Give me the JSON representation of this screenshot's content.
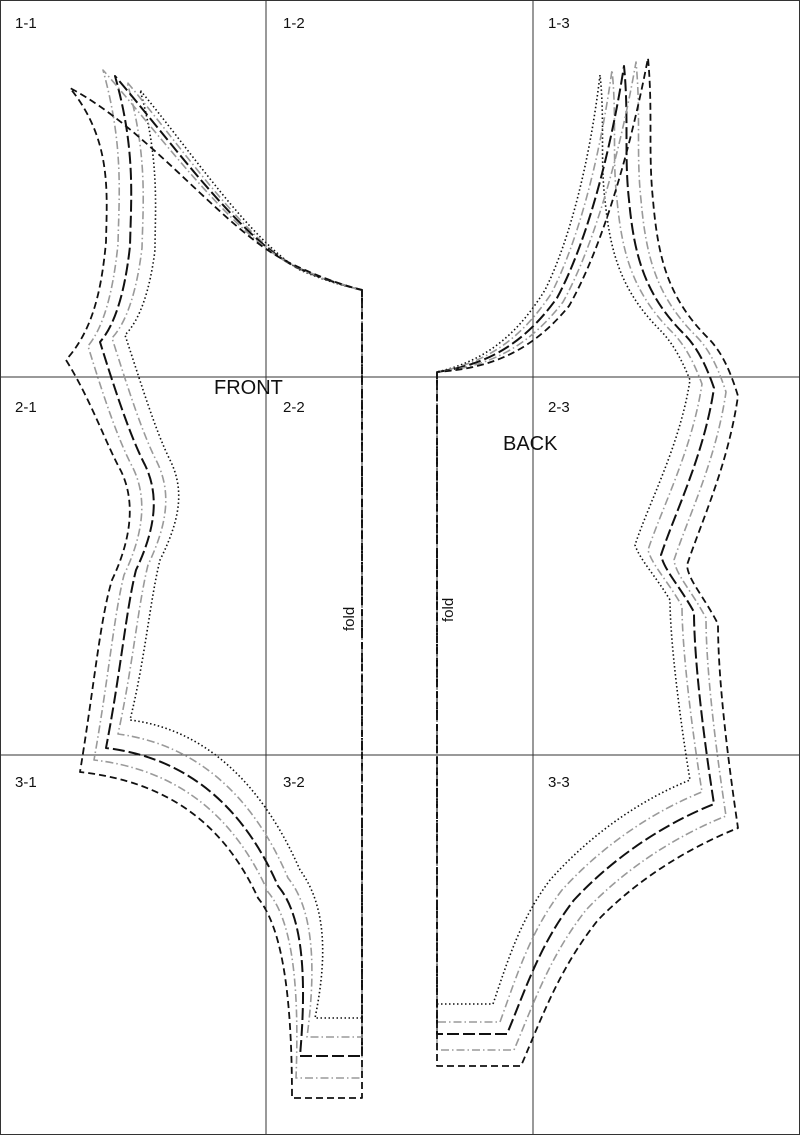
{
  "grid_cells": [
    {
      "label": "1-1"
    },
    {
      "label": "1-2"
    },
    {
      "label": "1-3"
    },
    {
      "label": "2-1"
    },
    {
      "label": "2-2"
    },
    {
      "label": "2-3"
    },
    {
      "label": "3-1"
    },
    {
      "label": "3-2"
    },
    {
      "label": "3-3"
    }
  ],
  "pieces": {
    "front": {
      "label": "FRONT",
      "fold_label": "fold"
    },
    "back": {
      "label": "BACK",
      "fold_label": "fold"
    }
  },
  "size_lines": [
    {
      "style": "dotted",
      "color": "#111111"
    },
    {
      "style": "dash-dot",
      "color": "#9a9a9a"
    },
    {
      "style": "long-dash",
      "color": "#111111"
    },
    {
      "style": "dash-dot",
      "color": "#9a9a9a"
    },
    {
      "style": "dashed",
      "color": "#111111"
    }
  ]
}
